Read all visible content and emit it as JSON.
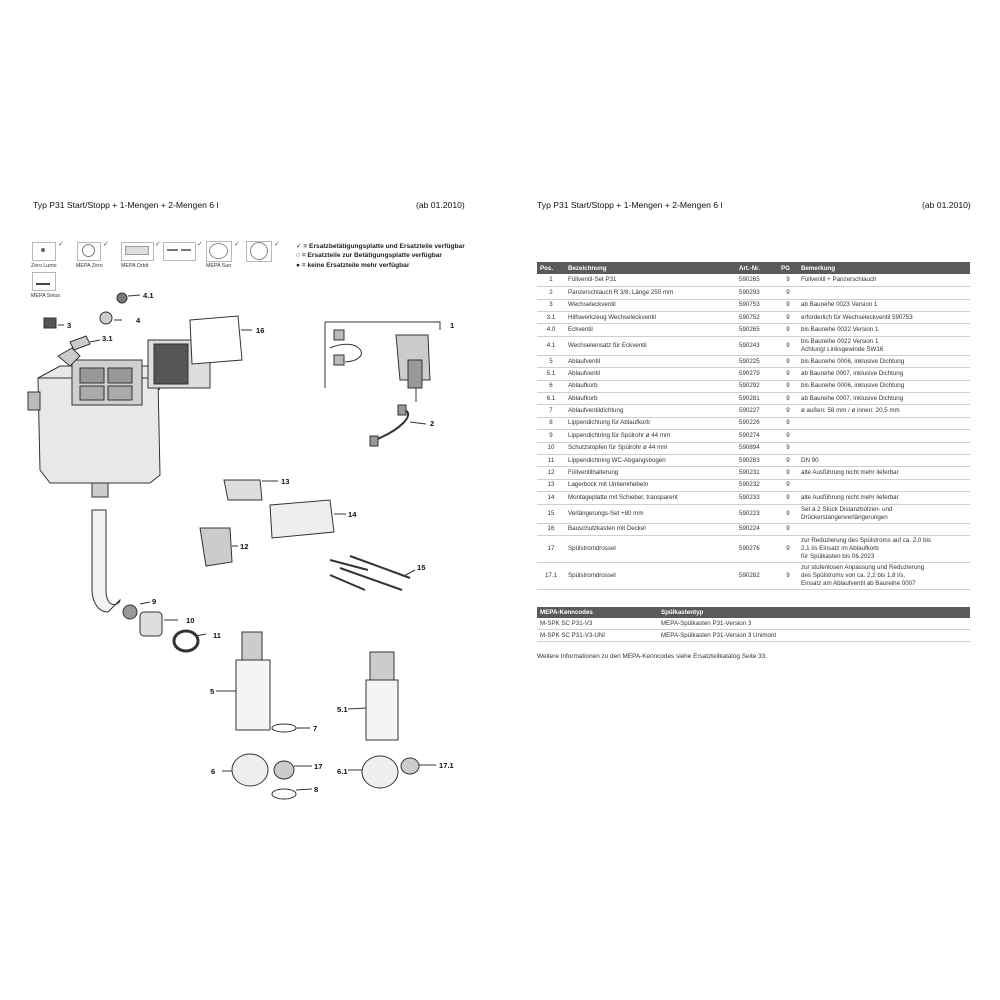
{
  "left": {
    "title": "Typ P31 Start/Stopp + 1-Mengen + 2-Mengen 6 l",
    "date": "(ab 01.2010)",
    "legend": [
      {
        "symbol": "✓",
        "text": "= Ersatzbetätigungsplatte und Ersatzteile verfügbar"
      },
      {
        "symbol": "○",
        "text": "= Ersatzteile zur Betätigungsplatte verfügbar"
      },
      {
        "symbol": "●",
        "text": "= keine Ersatzteile mehr verfügbar"
      }
    ],
    "plates": [
      {
        "label": "Zero Lumo"
      },
      {
        "label": "MEPA Zero"
      },
      {
        "label": "MEPA Orbit"
      },
      {
        "label": ""
      },
      {
        "label": "MEPA Sun"
      },
      {
        "label": ""
      },
      {
        "label": "MEPA Sirius"
      }
    ],
    "callouts": [
      "1",
      "2",
      "3",
      "3.1",
      "4",
      "4.1",
      "5",
      "5.1",
      "6",
      "6.1",
      "7",
      "8",
      "9",
      "10",
      "11",
      "12",
      "13",
      "14",
      "15",
      "16",
      "17",
      "17.1"
    ]
  },
  "right": {
    "title": "Typ P31 Start/Stopp + 1-Mengen + 2-Mengen 6 l",
    "date": "(ab 01.2010)",
    "table_headers": [
      "Pos.",
      "Bezeichnung",
      "Art.-Nr.",
      "PG",
      "Bemerkung"
    ],
    "rows": [
      {
        "pos": "1",
        "name": "Füllventil-Set P31",
        "art": "590265",
        "pg": "9",
        "note": "Füllventil + Panzerschlauch"
      },
      {
        "pos": "2",
        "name": "Panzerschlauch R 3/8, Länge 250 mm",
        "art": "590293",
        "pg": "9",
        "note": ""
      },
      {
        "pos": "3",
        "name": "Wechseleckventil",
        "art": "590753",
        "pg": "9",
        "note": "ab Baureihe 0023 Version 1"
      },
      {
        "pos": "3.1",
        "name": "Hilfswerkzeug Wechseleckventil",
        "art": "590752",
        "pg": "9",
        "note": "erforderlich für Wechseleckventil 590753"
      },
      {
        "pos": "4.0",
        "name": "Eckventil",
        "art": "590265",
        "pg": "9",
        "note": "bis Baureihe 0022 Version 1"
      },
      {
        "pos": "4.1",
        "name": "Wechseleinsatz für Eckventil",
        "art": "590243",
        "pg": "9",
        "note": "bis Baureihe 0022 Version 1\nAchtung! Linksgewinde SW16"
      },
      {
        "pos": "5",
        "name": "Ablaufventil",
        "art": "590225",
        "pg": "9",
        "note": "bis Baureihe 0006, inklusive Dichtung"
      },
      {
        "pos": "5.1",
        "name": "Ablaufventil",
        "art": "590279",
        "pg": "9",
        "note": "ab Baureihe 0007, inklusive Dichtung"
      },
      {
        "pos": "6",
        "name": "Ablaufkorb",
        "art": "590292",
        "pg": "9",
        "note": "bis Baureihe 0006, inklusive Dichtung"
      },
      {
        "pos": "6.1",
        "name": "Ablaufkorb",
        "art": "590281",
        "pg": "9",
        "note": "ab Baureihe 0007, inklusive Dichtung"
      },
      {
        "pos": "7",
        "name": "Ablaufventildichtung",
        "art": "590227",
        "pg": "9",
        "note": "ø außen: 58 mm / ø innen: 20,5 mm"
      },
      {
        "pos": "8",
        "name": "Lippendichtung für Ablaufkorb",
        "art": "590226",
        "pg": "9",
        "note": ""
      },
      {
        "pos": "9",
        "name": "Lippendichtring für Spülrohr ø 44 mm",
        "art": "590274",
        "pg": "9",
        "note": ""
      },
      {
        "pos": "10",
        "name": "Schutzstopfen für Spülrohr ø 44 mm",
        "art": "590894",
        "pg": "9",
        "note": ""
      },
      {
        "pos": "11",
        "name": "Lippendichtring WC-Abgangsbogen",
        "art": "590283",
        "pg": "9",
        "note": "DN 90"
      },
      {
        "pos": "12",
        "name": "Füllventilhalterung",
        "art": "590231",
        "pg": "9",
        "note": "alte Ausführung nicht mehr lieferbar"
      },
      {
        "pos": "13",
        "name": "Lagerbock mit Umlenkhebeln",
        "art": "590232",
        "pg": "9",
        "note": ""
      },
      {
        "pos": "14",
        "name": "Montageplatte mit Schieber, transparent",
        "art": "590233",
        "pg": "9",
        "note": "alte Ausführung nicht mehr lieferbar"
      },
      {
        "pos": "15",
        "name": "Verlängerungs-Set +80 mm",
        "art": "590223",
        "pg": "9",
        "note": "Set á 2 Stück Distanzbolzen- und\nDrückerstangenverlängerungen"
      },
      {
        "pos": "16",
        "name": "Bauschutzkasten mit Deckel",
        "art": "590224",
        "pg": "9",
        "note": ""
      },
      {
        "pos": "17",
        "name": "Spülstromdrossel",
        "art": "590276",
        "pg": "9",
        "note": "zur Reduzierung des Spülstroms auf ca. 2,0 bis\n2,1 l/s Einsatz im Ablaufkorb\nfür Spülkasten bis 06.2023"
      },
      {
        "pos": "17.1",
        "name": "Spülstromdrossel",
        "art": "590282",
        "pg": "9",
        "note": "zur stufenlosen Anpassung und Reduzierung\ndes Spülstroms von ca. 2,2 bis 1,8 l/s.\nEinsatz am Ablaufventil ab Baureihe 0007"
      }
    ],
    "codes_headers": [
      "MEPA-Kenncodes",
      "Spülkastentyp"
    ],
    "codes": [
      {
        "code": "M-SPK SC P31-V3",
        "type": "MEPA-Spülkasten P31-Version 3"
      },
      {
        "code": "M-SPK SC P31-V3-UNI",
        "type": "MEPA-Spülkasten P31-Version 3 Unimont"
      }
    ],
    "footnote": "Weitere Informationen zu den MEPA-Kenncodes siehe Ersatzteilkatalog Seite 33."
  }
}
